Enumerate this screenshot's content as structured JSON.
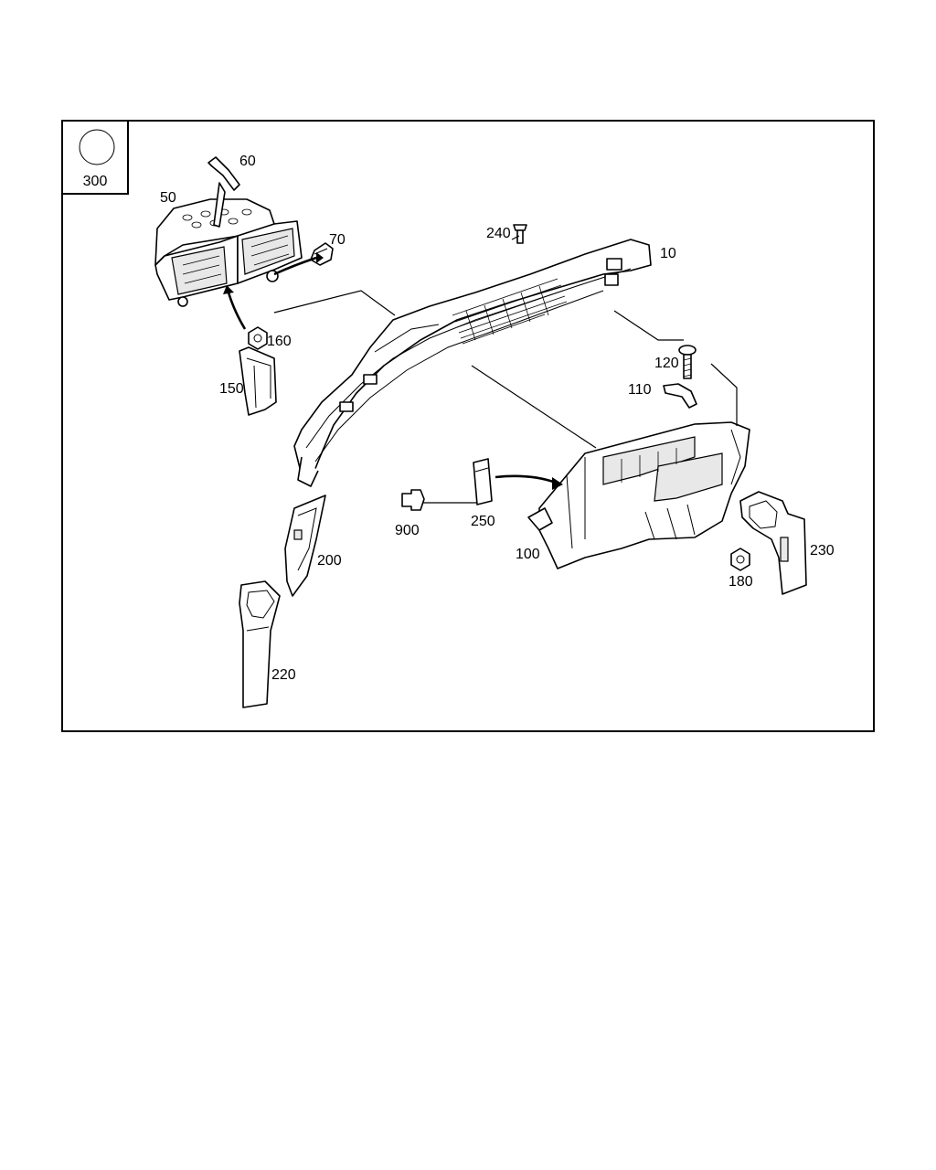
{
  "legend": {
    "symbol": "circle",
    "number": "300"
  },
  "callouts": [
    {
      "id": "c10",
      "text": "10"
    },
    {
      "id": "c50",
      "text": "50"
    },
    {
      "id": "c60",
      "text": "60"
    },
    {
      "id": "c70",
      "text": "70"
    },
    {
      "id": "c100",
      "text": "100"
    },
    {
      "id": "c110",
      "text": "110"
    },
    {
      "id": "c120",
      "text": "120"
    },
    {
      "id": "c150",
      "text": "150"
    },
    {
      "id": "c160",
      "text": "160"
    },
    {
      "id": "c180",
      "text": "180"
    },
    {
      "id": "c200",
      "text": "200"
    },
    {
      "id": "c220",
      "text": "220"
    },
    {
      "id": "c230",
      "text": "230"
    },
    {
      "id": "c240",
      "text": "240"
    },
    {
      "id": "c250",
      "text": "250"
    },
    {
      "id": "c900",
      "text": "900"
    }
  ]
}
